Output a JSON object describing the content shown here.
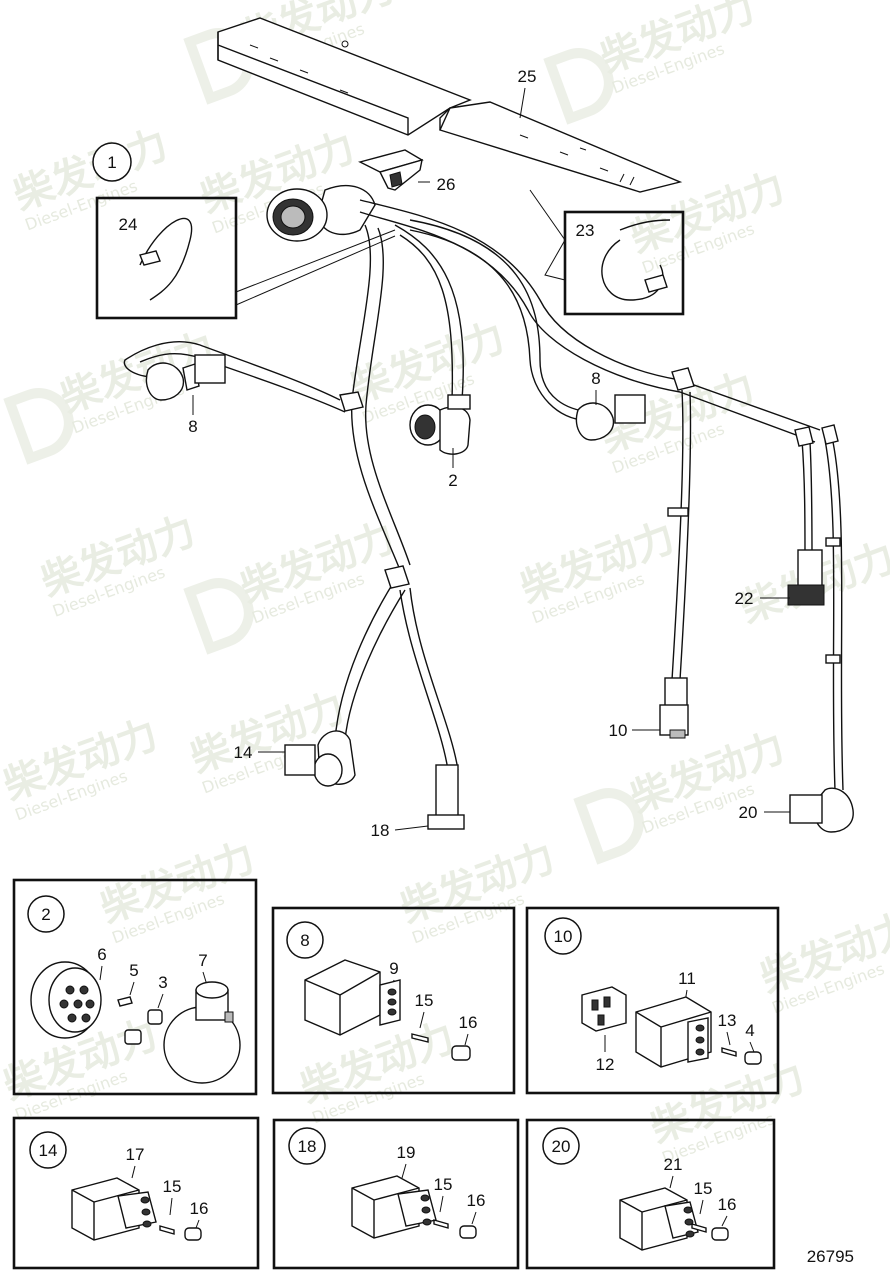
{
  "watermark": {
    "cn": "柴发动力",
    "en": "Diesel-Engines"
  },
  "drawing_number": "26795",
  "main_labels": {
    "l1": "1",
    "l2": "2",
    "l8a": "8",
    "l8b": "8",
    "l10": "10",
    "l14": "14",
    "l18": "18",
    "l20": "20",
    "l22": "22",
    "l23": "23",
    "l24": "24",
    "l25": "25",
    "l26": "26"
  },
  "detail_boxes": {
    "box2": {
      "title": "2",
      "labels": [
        "6",
        "5",
        "3",
        "7"
      ]
    },
    "box8": {
      "title": "8",
      "labels": [
        "9",
        "15",
        "16"
      ]
    },
    "box10": {
      "title": "10",
      "labels": [
        "11",
        "13",
        "4",
        "12"
      ]
    },
    "box14": {
      "title": "14",
      "labels": [
        "17",
        "15",
        "16"
      ]
    },
    "box18": {
      "title": "18",
      "labels": [
        "19",
        "15",
        "16"
      ]
    },
    "box20": {
      "title": "20",
      "labels": [
        "21",
        "15",
        "16"
      ]
    }
  },
  "colors": {
    "line": "#111111",
    "watermark": "#e9ede3"
  }
}
